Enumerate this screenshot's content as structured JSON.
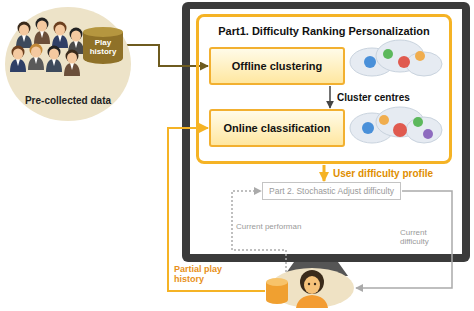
{
  "diagram": {
    "nodes": [
      {
        "text": [
          "Pre-collected data"
        ]
      },
      {
        "text": [
          "Play history"
        ],
        "in": 0
      },
      {
        "text": [
          "Part1. Difficulty Ranking Personalization"
        ]
      },
      {
        "text": [
          "Offline clustering"
        ],
        "in": 2
      },
      {
        "text": [
          "Online classification"
        ],
        "in": 2
      },
      {
        "text": [
          "Part 2. Stochastic Adjust difficulty"
        ]
      }
    ],
    "edges": [
      {
        "from": 1,
        "to": 3,
        "arrow": "to"
      },
      {
        "from": 3,
        "to": 4,
        "label": "Cluster centres",
        "arrow": "to"
      },
      {
        "from": 2,
        "to": 5,
        "label": "User difficulty profile",
        "arrow": "to"
      }
    ],
    "labels": [
      "Current performan",
      "Current difficulty",
      "Partial play history"
    ]
  }
}
